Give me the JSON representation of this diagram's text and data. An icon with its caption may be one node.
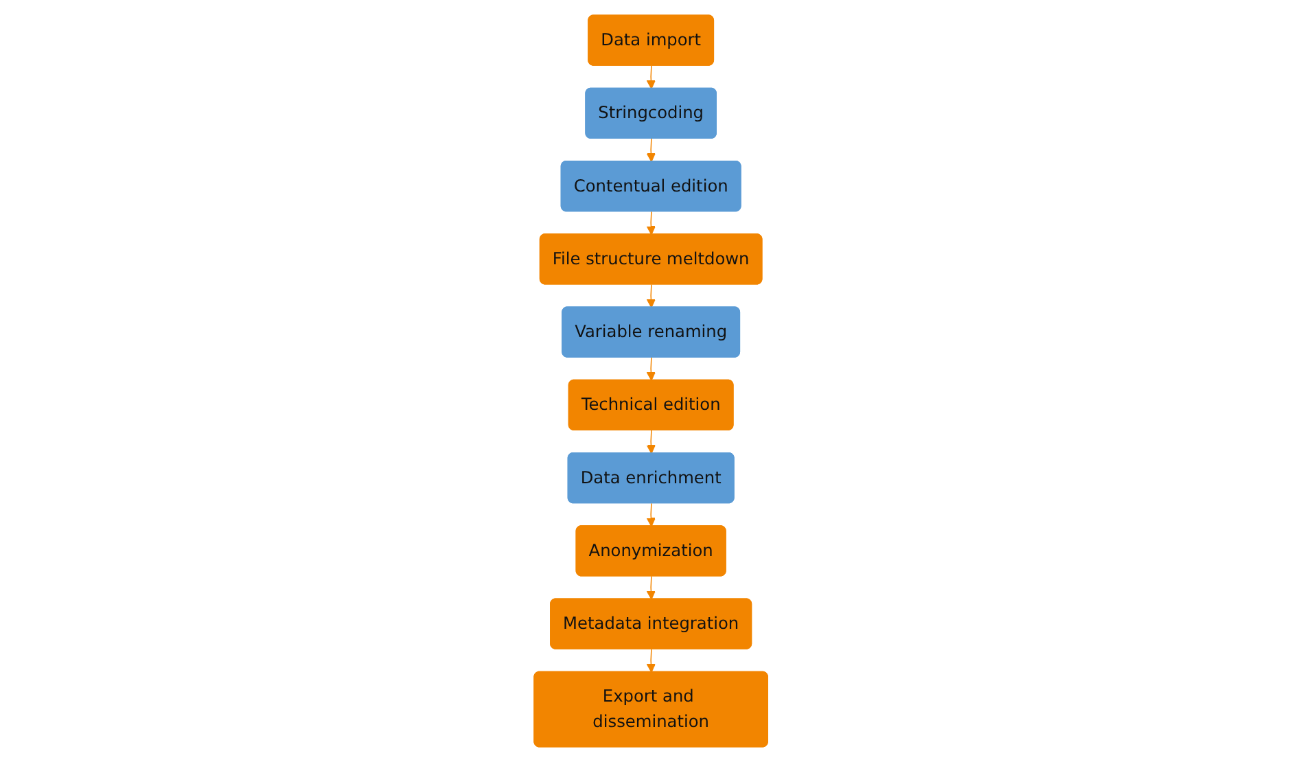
{
  "diagram": {
    "nodes": [
      {
        "text": [
          "Data import"
        ]
      },
      {
        "text": [
          "Stringcoding"
        ]
      },
      {
        "text": [
          "Contentual edition"
        ]
      },
      {
        "text": [
          "File structure meltdown"
        ]
      },
      {
        "text": [
          "Variable renaming"
        ]
      },
      {
        "text": [
          "Technical edition"
        ]
      },
      {
        "text": [
          "Data enrichment"
        ]
      },
      {
        "text": [
          "Anonymization"
        ]
      },
      {
        "text": [
          "Metadata integration"
        ]
      },
      {
        "text": [
          "Export and dissemination"
        ]
      }
    ],
    "edges": [
      {
        "from": 0,
        "to": 1,
        "arrow": "to"
      },
      {
        "from": 1,
        "to": 2,
        "arrow": "to"
      },
      {
        "from": 2,
        "to": 3,
        "arrow": "to"
      },
      {
        "from": 3,
        "to": 4,
        "arrow": "to"
      },
      {
        "from": 4,
        "to": 5,
        "arrow": "to"
      },
      {
        "from": 5,
        "to": 6,
        "arrow": "to"
      },
      {
        "from": 6,
        "to": 7,
        "arrow": "to"
      },
      {
        "from": 7,
        "to": 8,
        "arrow": "to"
      },
      {
        "from": 8,
        "to": 9,
        "arrow": "to"
      }
    ]
  }
}
